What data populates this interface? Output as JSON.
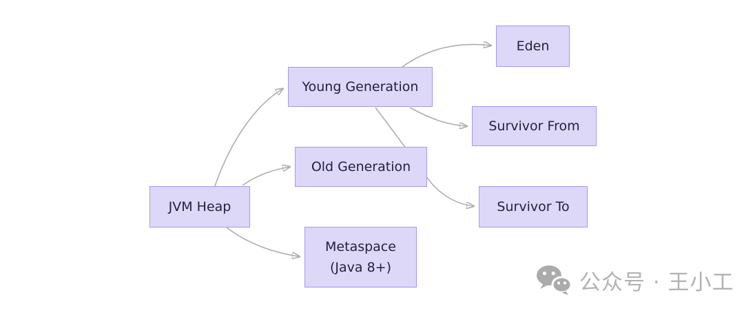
{
  "diagram": {
    "type": "flowchart",
    "direction": "LR",
    "nodes": {
      "jvm_heap": {
        "label": "JVM Heap"
      },
      "young_generation": {
        "label": "Young Generation"
      },
      "old_generation": {
        "label": "Old Generation"
      },
      "metaspace": {
        "label_line1": "Metaspace",
        "label_line2": "(Java 8+)"
      },
      "eden": {
        "label": "Eden"
      },
      "survivor_from": {
        "label": "Survivor From"
      },
      "survivor_to": {
        "label": "Survivor To"
      }
    },
    "edges": [
      {
        "from": "jvm_heap",
        "to": "young_generation"
      },
      {
        "from": "jvm_heap",
        "to": "old_generation"
      },
      {
        "from": "jvm_heap",
        "to": "metaspace"
      },
      {
        "from": "young_generation",
        "to": "eden"
      },
      {
        "from": "young_generation",
        "to": "survivor_from"
      },
      {
        "from": "young_generation",
        "to": "survivor_to"
      }
    ],
    "colors": {
      "node_fill": "#DDD7F8",
      "node_border": "#A29AED",
      "node_text": "#232041",
      "edge_line": "#AEAEAE",
      "arrowhead": "#A3A3A3",
      "watermark": "#B2B2B2"
    }
  },
  "watermark": {
    "icon": "wechat-icon",
    "text": "公众号 · 王小工"
  }
}
